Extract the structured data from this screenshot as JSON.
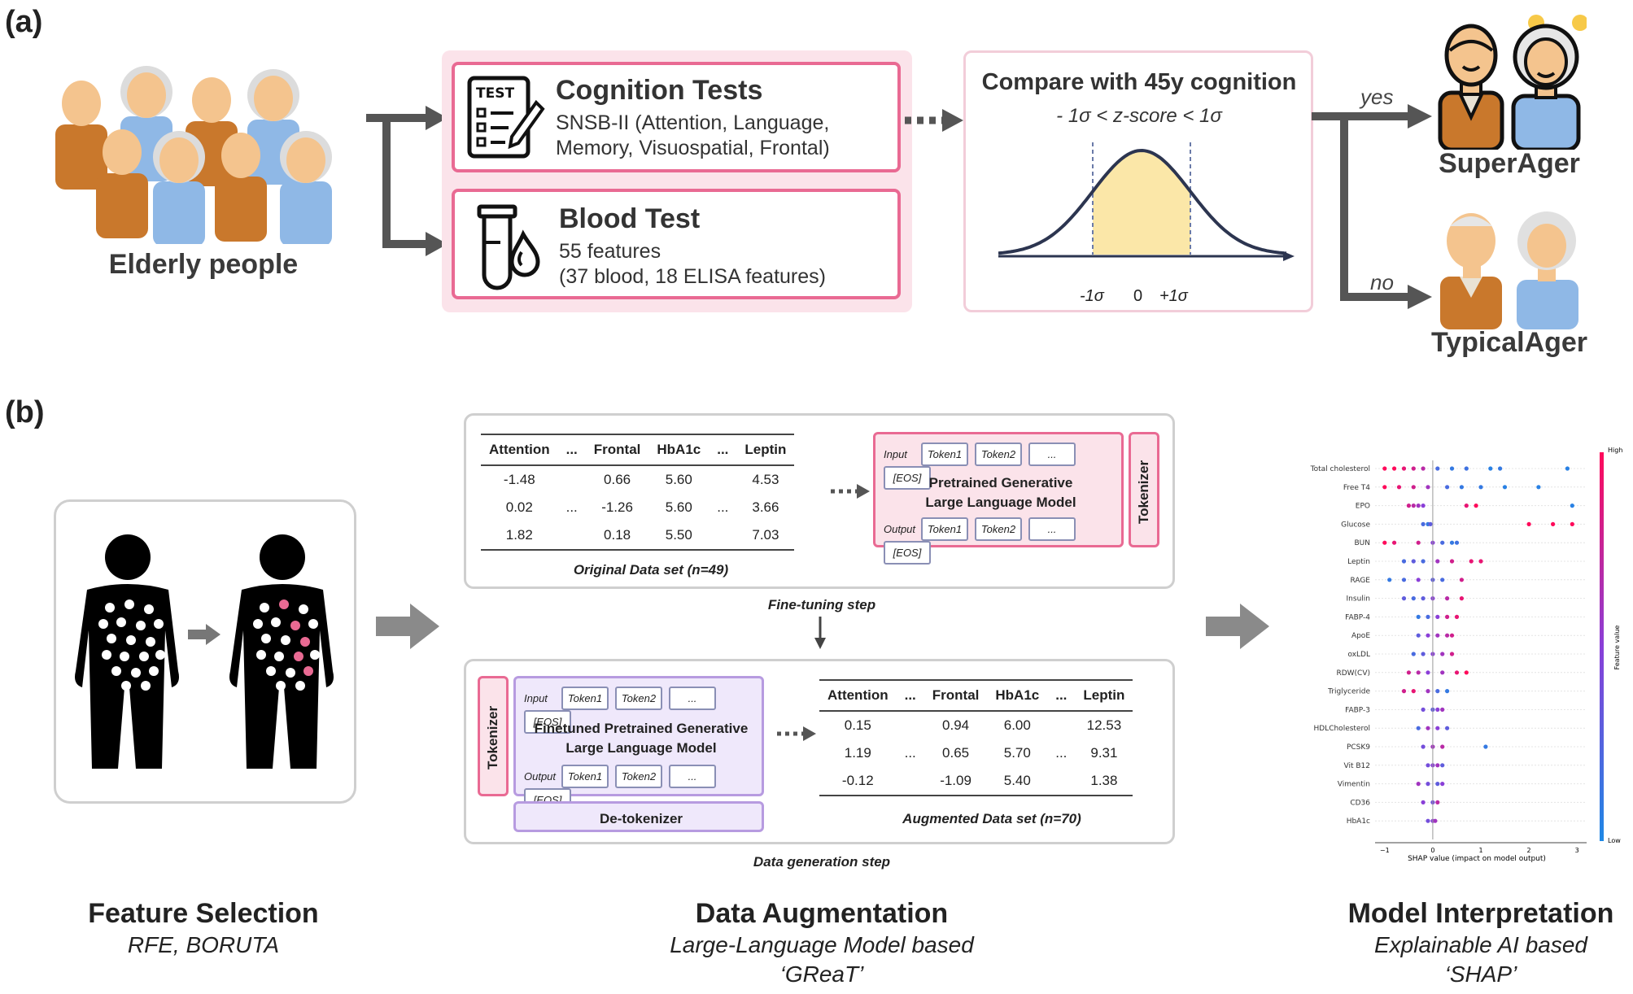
{
  "panel_a": {
    "label": "(a)",
    "elderly_label": "Elderly people",
    "cognition": {
      "test_icon_text": "TEST",
      "title": "Cognition Tests",
      "line1": "SNSB-II (Attention, Language,",
      "line2": "Memory, Visuospatial, Frontal)"
    },
    "blood": {
      "title": "Blood Test",
      "line1": "55 features",
      "line2": "(37 blood, 18 ELISA features)"
    },
    "compare": {
      "title": "Compare with 45y cognition",
      "formula": "- 1σ < z-score < 1σ",
      "tick_minus": "-1σ",
      "tick_zero": "0",
      "tick_plus": "+1σ"
    },
    "yes_label": "yes",
    "no_label": "no",
    "super_label": "SuperAger",
    "typical_label": "TypicalAger"
  },
  "panel_b": {
    "label": "(b)",
    "original_table": {
      "headers": [
        "Attention",
        "...",
        "Frontal",
        "HbA1c",
        "...",
        "Leptin"
      ],
      "rows": [
        [
          "-1.48",
          "",
          "0.66",
          "5.60",
          "",
          "4.53"
        ],
        [
          "0.02",
          "...",
          "-1.26",
          "5.60",
          "...",
          "3.66"
        ],
        [
          "1.82",
          "",
          "0.18",
          "5.50",
          "",
          "7.03"
        ]
      ],
      "caption": "Original Data set (n=49)"
    },
    "pretrained": {
      "input_label": "Input",
      "output_label": "Output",
      "tokens": [
        "Token1",
        "Token2",
        "...",
        "[EOS]"
      ],
      "line1": "Pretrained Generative",
      "line2": "Large Language Model",
      "tokenizer": "Tokenizer"
    },
    "finetune_caption": "Fine-tuning step",
    "finetuned": {
      "tokenizer": "Tokenizer",
      "input_label": "Input",
      "output_label": "Output",
      "tokens": [
        "Token1",
        "Token2",
        "...",
        "[EOS]"
      ],
      "line1": "Finetuned Pretrained Generative",
      "line2": "Large Language Model",
      "detokenizer": "De-tokenizer"
    },
    "augmented_table": {
      "headers": [
        "Attention",
        "...",
        "Frontal",
        "HbA1c",
        "...",
        "Leptin"
      ],
      "rows": [
        [
          "0.15",
          "",
          "0.94",
          "6.00",
          "",
          "12.53"
        ],
        [
          "1.19",
          "...",
          "0.65",
          "5.70",
          "...",
          "9.31"
        ],
        [
          "-0.12",
          "",
          "-1.09",
          "5.40",
          "",
          "1.38"
        ]
      ],
      "caption": "Augmented Data set (n=70)"
    },
    "generation_caption": "Data generation step",
    "feature_selection": {
      "title": "Feature Selection",
      "sub1": "RFE, BORUTA"
    },
    "data_augmentation": {
      "title": "Data Augmentation",
      "sub1": "Large-Language Model based",
      "sub2": "‘GReaT’"
    },
    "model_interpretation": {
      "title": "Model Interpretation",
      "sub1": "Explainable AI based",
      "sub2": "‘SHAP’"
    }
  },
  "chart_data": {
    "type": "scatter",
    "title": "",
    "xlabel": "SHAP value (impact on model output)",
    "ylabel": "",
    "colorbar_label": "Feature value",
    "colorbar_high": "High",
    "colorbar_low": "Low",
    "x_ticks": [
      "−1",
      "0",
      "1",
      "2",
      "3"
    ],
    "xlim": [
      -1.2,
      3.2
    ],
    "features": [
      "Total cholesterol",
      "Free T4",
      "EPO",
      "Glucose",
      "BUN",
      "Leptin",
      "RAGE",
      "Insulin",
      "FABP-4",
      "ApoE",
      "oxLDL",
      "RDW(CV)",
      "Triglyceride",
      "FABP-3",
      "HDLCholesterol",
      "PCSK9",
      "Vit B12",
      "Vimentin",
      "CD36",
      "HbA1c"
    ],
    "points": [
      [
        [
          -1.0,
          1
        ],
        [
          -0.8,
          1
        ],
        [
          -0.6,
          0.9
        ],
        [
          -0.4,
          0.8
        ],
        [
          -0.2,
          0.7
        ],
        [
          0.1,
          0.2
        ],
        [
          0.4,
          0.1
        ],
        [
          0.7,
          0.15
        ],
        [
          1.2,
          0.05
        ],
        [
          1.4,
          0.1
        ],
        [
          2.8,
          0.05
        ]
      ],
      [
        [
          -1.0,
          1
        ],
        [
          -0.7,
          0.9
        ],
        [
          -0.4,
          0.8
        ],
        [
          -0.1,
          0.6
        ],
        [
          0.3,
          0.2
        ],
        [
          0.6,
          0.1
        ],
        [
          1.0,
          0.1
        ],
        [
          1.5,
          0.05
        ],
        [
          2.2,
          0.05
        ]
      ],
      [
        [
          -0.5,
          0.8
        ],
        [
          -0.4,
          0.7
        ],
        [
          -0.3,
          0.6
        ],
        [
          -0.2,
          0.5
        ],
        [
          0.7,
          0.9
        ],
        [
          0.9,
          1
        ],
        [
          2.9,
          0.05
        ]
      ],
      [
        [
          -0.2,
          0.2
        ],
        [
          -0.1,
          0.1
        ],
        [
          -0.05,
          0.3
        ],
        [
          2.0,
          1
        ],
        [
          2.5,
          1
        ],
        [
          2.9,
          1
        ]
      ],
      [
        [
          -1.0,
          1
        ],
        [
          -0.8,
          0.9
        ],
        [
          -0.3,
          0.8
        ],
        [
          0.0,
          0.5
        ],
        [
          0.2,
          0.2
        ],
        [
          0.4,
          0.1
        ],
        [
          0.5,
          0.15
        ]
      ],
      [
        [
          -0.6,
          0.2
        ],
        [
          -0.4,
          0.3
        ],
        [
          -0.2,
          0.2
        ],
        [
          0.1,
          0.6
        ],
        [
          0.4,
          0.8
        ],
        [
          0.8,
          0.9
        ],
        [
          1.0,
          0.9
        ]
      ],
      [
        [
          -0.9,
          0.1
        ],
        [
          -0.6,
          0.2
        ],
        [
          -0.3,
          0.5
        ],
        [
          0.0,
          0.3
        ],
        [
          0.2,
          0.2
        ],
        [
          0.6,
          0.8
        ]
      ],
      [
        [
          -0.6,
          0.3
        ],
        [
          -0.4,
          0.2
        ],
        [
          -0.2,
          0.3
        ],
        [
          0.0,
          0.5
        ],
        [
          0.3,
          0.7
        ],
        [
          0.6,
          0.9
        ]
      ],
      [
        [
          -0.3,
          0.1
        ],
        [
          -0.1,
          0.2
        ],
        [
          0.1,
          0.5
        ],
        [
          0.3,
          0.8
        ],
        [
          0.5,
          0.9
        ]
      ],
      [
        [
          -0.3,
          0.3
        ],
        [
          -0.1,
          0.5
        ],
        [
          0.1,
          0.6
        ],
        [
          0.3,
          0.7
        ],
        [
          0.4,
          0.8
        ]
      ],
      [
        [
          -0.4,
          0.2
        ],
        [
          -0.2,
          0.3
        ],
        [
          0.0,
          0.5
        ],
        [
          0.2,
          0.6
        ],
        [
          0.4,
          0.8
        ]
      ],
      [
        [
          -0.5,
          0.8
        ],
        [
          -0.3,
          0.7
        ],
        [
          -0.1,
          0.5
        ],
        [
          0.2,
          0.6
        ],
        [
          0.5,
          0.9
        ],
        [
          0.7,
          1
        ]
      ],
      [
        [
          -0.6,
          0.8
        ],
        [
          -0.4,
          0.9
        ],
        [
          -0.1,
          0.6
        ],
        [
          0.1,
          0.2
        ],
        [
          0.3,
          0.1
        ]
      ],
      [
        [
          -0.2,
          0.4
        ],
        [
          0.0,
          0.3
        ],
        [
          0.1,
          0.5
        ],
        [
          0.2,
          0.6
        ]
      ],
      [
        [
          -0.3,
          0.2
        ],
        [
          -0.1,
          0.6
        ],
        [
          0.1,
          0.5
        ],
        [
          0.3,
          0.3
        ]
      ],
      [
        [
          -0.2,
          0.4
        ],
        [
          0.0,
          0.6
        ],
        [
          0.2,
          0.7
        ],
        [
          1.1,
          0.1
        ]
      ],
      [
        [
          -0.1,
          0.4
        ],
        [
          0.0,
          0.5
        ],
        [
          0.1,
          0.6
        ],
        [
          0.2,
          0.3
        ]
      ],
      [
        [
          -0.3,
          0.6
        ],
        [
          -0.1,
          0.4
        ],
        [
          0.1,
          0.3
        ],
        [
          0.2,
          0.5
        ]
      ],
      [
        [
          -0.2,
          0.5
        ],
        [
          0.0,
          0.4
        ],
        [
          0.1,
          0.7
        ]
      ],
      [
        [
          -0.1,
          0.4
        ],
        [
          0.0,
          0.5
        ],
        [
          0.05,
          0.6
        ]
      ]
    ]
  }
}
